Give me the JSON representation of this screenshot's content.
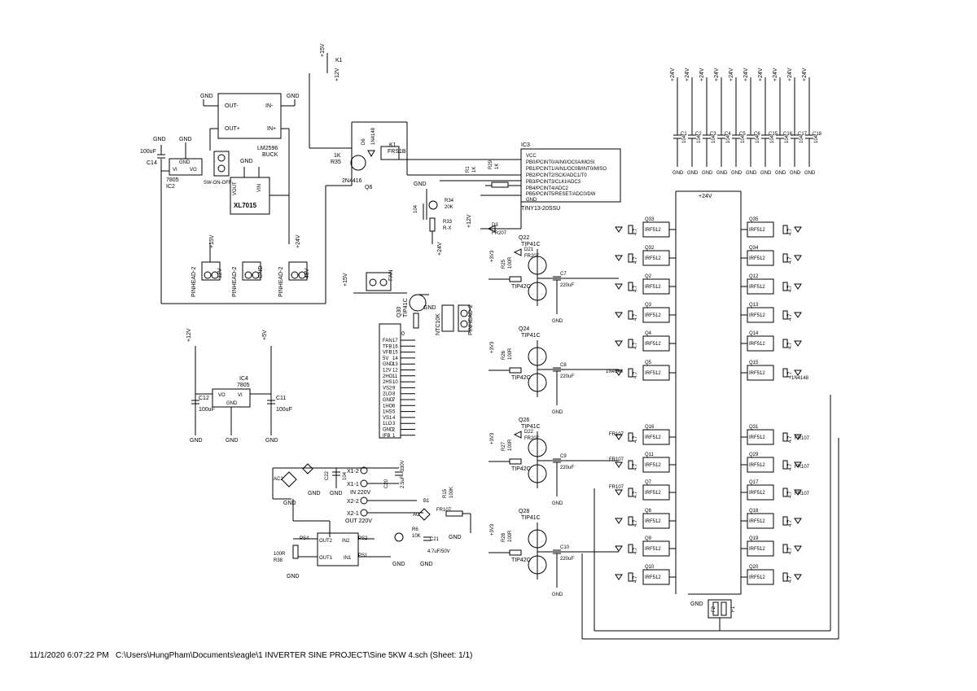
{
  "footer": {
    "timestamp": "11/1/2020 6:07:22 PM",
    "path": "C:\\Users\\HungPham\\Documents\\eagle\\1 INVERTER SINE PROJECT\\Sine 5KW 4.sch (Sheet: 1/1)"
  },
  "power_section": {
    "lm2596": "LM2596",
    "buck": "BUCK",
    "out_minus": "OUT-",
    "out_plus": "OUT+",
    "in_minus": "IN-",
    "in_plus": "IN+",
    "xl7015": "XL7015",
    "sw_on_off": "SW-ON-OFF",
    "ic2_name": "IC2",
    "ic2_value": "7805",
    "c14": "C14",
    "c14_value": "100uF",
    "gnd": "GND",
    "vi": "VI",
    "vo": "VO",
    "vout": "VOUT",
    "vin": "VIN"
  },
  "pinheads": [
    {
      "name": "PINHEAD-2",
      "label": "12V"
    },
    {
      "name": "PINHEAD-2",
      "label": "GND"
    },
    {
      "name": "PINHEAD-2",
      "label": "48V"
    }
  ],
  "rails": {
    "p15v": "+15V",
    "p12v": "+12V",
    "p24v": "+24V",
    "p5v": "+5V",
    "p3v3": "+3V3",
    "gnd": "GND"
  },
  "relay": {
    "k1": "K1",
    "frs1b": "FRS1B",
    "d6": "D6",
    "n4148": "1N4148",
    "r35": "R35",
    "r35_value": "1K",
    "q6": "Q6",
    "q6_value": "2N4416"
  },
  "ic3": {
    "name": "IC3",
    "part": "TINY13-20SSU",
    "pins": [
      "VCC",
      "PB0/PCINT0/AIN0/OC0A/MOSI",
      "PB1/PCINT1/AIN1/OC0B/INT0/MISO",
      "PB2/PCINT2/SCK/ADC1/T0",
      "PB3/PCINT3/CLKI/ADC3",
      "PB4/PCINT4/ADC2",
      "PB5/PCINT5/RESET/ADC0/DW",
      "GND"
    ],
    "r1": "R1",
    "r1_value": "1K",
    "r29": "R29",
    "r29_value": "1K",
    "r34": "R34",
    "r34_value": "20K",
    "r33": "R33",
    "r33_value": "R-X",
    "d3": "D3",
    "d3_value": "FR207"
  },
  "caps_bank": {
    "caps": [
      "C1",
      "C2",
      "C3",
      "C4",
      "C5",
      "C6",
      "C15",
      "C16",
      "C17",
      "C18"
    ],
    "value": "104"
  },
  "drivers": [
    {
      "q": "Q22",
      "q_value": "TIP41C",
      "d": "D21",
      "d_value": "FR207",
      "r": "R25",
      "r_value": "100R",
      "q2": "TIP42C",
      "c": "C7",
      "c_value": "220uF"
    },
    {
      "q": "Q24",
      "q_value": "TIP41C",
      "r": "R26",
      "r_value": "100R",
      "q2": "TIP42C",
      "c": "C8",
      "c_value": "220uF"
    },
    {
      "q": "Q26",
      "q_value": "TIP41C",
      "d": "D22",
      "d_value": "FR207",
      "r": "R27",
      "r_value": "100R",
      "q2": "TIP42C",
      "c": "C9",
      "c_value": "220uF"
    },
    {
      "q": "Q28",
      "q_value": "TIP41C",
      "r": "R28",
      "r_value": "100R",
      "q2": "TIP42C",
      "c": "C10",
      "c_value": "220uF"
    }
  ],
  "mosfets_left_top": [
    "Q33",
    "Q32",
    "Q2",
    "Q3",
    "Q4",
    "Q5"
  ],
  "mosfets_left_bottom": [
    "Q16",
    "Q11",
    "Q7",
    "Q8",
    "Q9",
    "Q10"
  ],
  "mosfets_right_top": [
    "Q35",
    "Q34",
    "Q12",
    "Q13",
    "Q14",
    "Q15"
  ],
  "mosfets_right_bottom": [
    "Q31",
    "Q29",
    "Q17",
    "Q18",
    "Q19",
    "Q20"
  ],
  "mosfet_value": "IRF512",
  "gate_r_value": "4.7",
  "gate_diode": "1N4148",
  "fr107": "FR107",
  "connector": {
    "q30": "Q30",
    "q30_value": "TIP41C",
    "r30": "R30",
    "r30_value": "1K",
    "ntc": "NTC10K",
    "pinhead": "PINHEAD-2",
    "fan": "FAN",
    "pins": [
      "FAN",
      "TFB",
      "VFB",
      "5V",
      "GND",
      "12V",
      "2HO",
      "2HS",
      "VS2",
      "2LO",
      "GND",
      "1HO",
      "1HS",
      "VS1",
      "1LO",
      "GND",
      "IFB"
    ],
    "nums": [
      "17",
      "16",
      "15",
      "14",
      "13",
      "12",
      "11",
      "10",
      "9",
      "8",
      "7",
      "6",
      "5",
      "4",
      "3",
      "2",
      "1"
    ]
  },
  "ic4": {
    "name": "IC4",
    "value": "7805",
    "c12": "C12",
    "c12_value": "100uF",
    "c11": "C11",
    "c11_value": "100uF",
    "vo": "VO",
    "vi": "VI",
    "gnd": "GND"
  },
  "ac_section": {
    "x1_2": "X1-2",
    "x1_1": "X1-1",
    "in220": "IN 220V",
    "x2_2": "X2-2",
    "x2_1": "X2-1",
    "out220": "OUT 220V",
    "c20": "C20",
    "c20_value": "2.5uF - 330V",
    "c22": "C22",
    "c22_value": "104",
    "c21": "C21",
    "c21_value": "4.7uF/50V",
    "r15": "R15",
    "r15_value": "100K",
    "r6": "R6",
    "r6_value": "10K",
    "r38": "R38",
    "r38_value": "100R",
    "b1": "B1",
    "fr107": "FR107",
    "ps_pins": [
      "PS4",
      "PS3",
      "PS2",
      "PS1"
    ],
    "opto_pins": [
      "OUT2",
      "IN2",
      "OUT1",
      "IN1"
    ]
  },
  "fuse": {
    "f1": "F1",
    "f2": "F2"
  }
}
